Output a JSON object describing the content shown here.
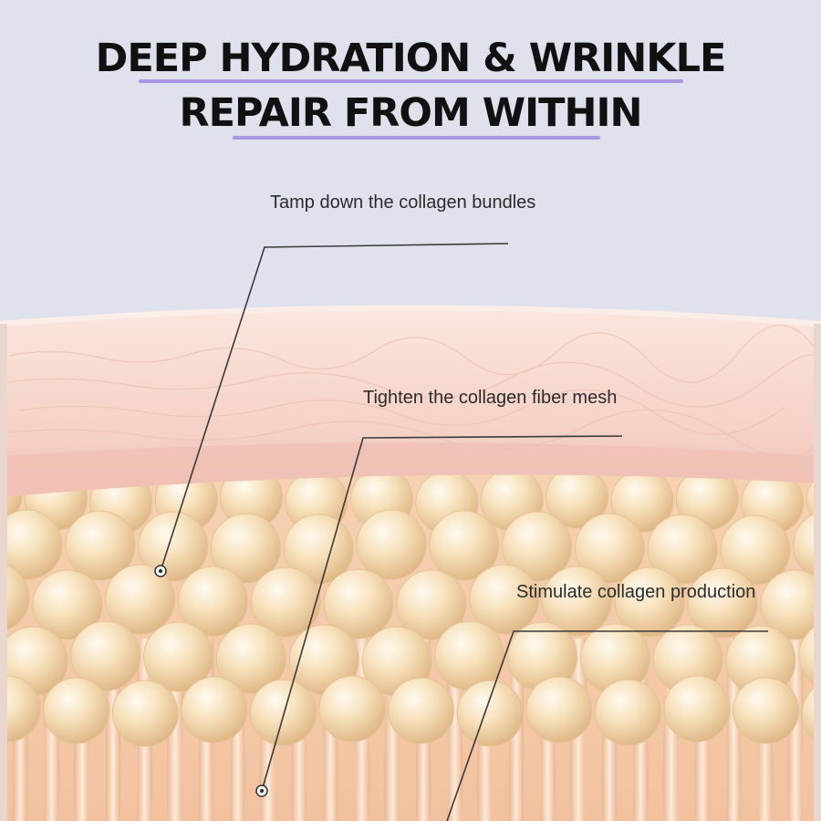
{
  "headline": {
    "line1": "DEEP HYDRATION & WRINKLE",
    "line2": "REPAIR FROM WITHIN"
  },
  "callouts": [
    {
      "label": "Tamp down the collagen bundles"
    },
    {
      "label": "Tighten the collagen fiber mesh"
    },
    {
      "label": "Stimulate collagen production"
    }
  ],
  "colors": {
    "sky": "#dfe2ec",
    "skin_surface": "#f6d9d3",
    "collagen_sphere": "#f5dcb3",
    "fiber": "#f1c7a0",
    "highlight": "#a996e4"
  }
}
